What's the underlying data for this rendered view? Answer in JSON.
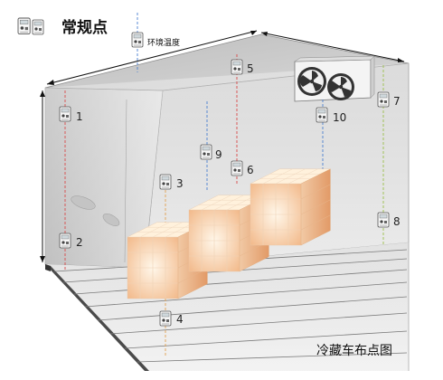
{
  "legend": {
    "label": "常规点",
    "icon": "temperature-logger-icon"
  },
  "ambient": {
    "label": "环境温度"
  },
  "caption": "冷藏车布点图",
  "colors": {
    "probe_red": "#d94a4a",
    "probe_blue": "#4a7fd0",
    "probe_green": "#9bbf4a",
    "probe_orange": "#e0a050",
    "cargo_light": "#fff3e0",
    "cargo_orange": "#f0b07a"
  },
  "points": [
    {
      "label": "1"
    },
    {
      "label": "2"
    },
    {
      "label": "3"
    },
    {
      "label": "4"
    },
    {
      "label": "5"
    },
    {
      "label": "6"
    },
    {
      "label": "7"
    },
    {
      "label": "8"
    },
    {
      "label": "9"
    },
    {
      "label": "10"
    }
  ]
}
